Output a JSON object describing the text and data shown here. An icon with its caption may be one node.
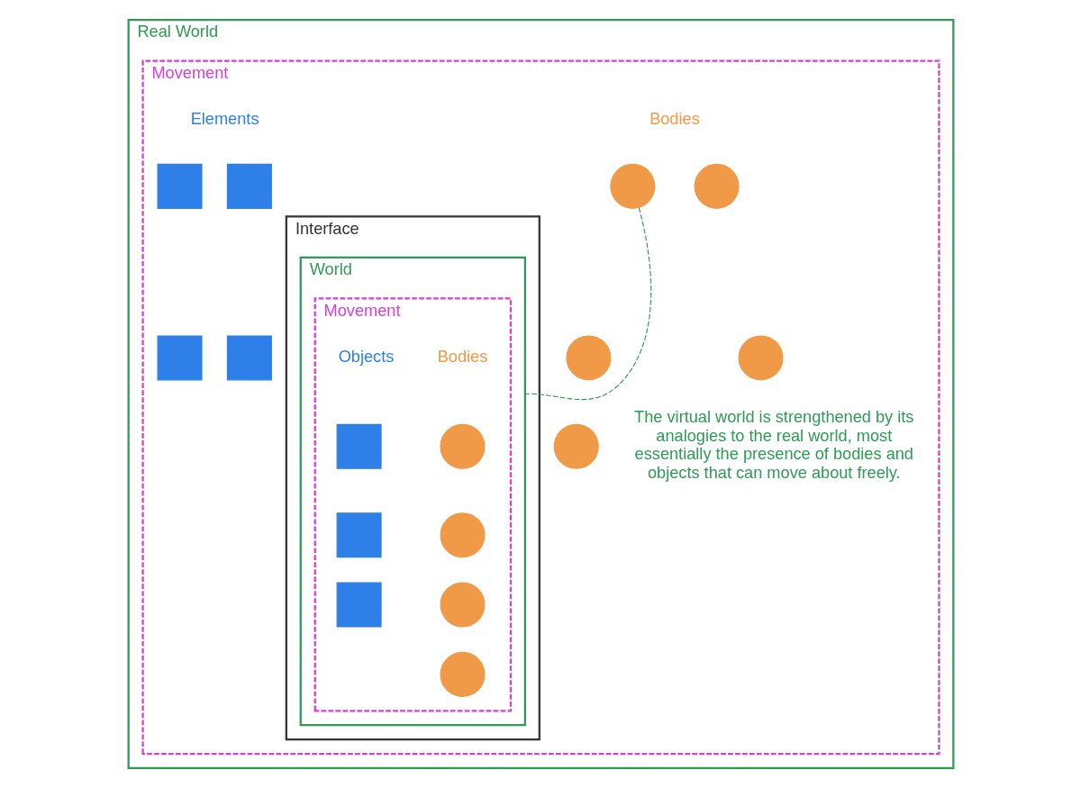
{
  "diagram": {
    "nodes": [
      {
        "text": [
          "Real World"
        ]
      },
      {
        "text": [
          "Movement"
        ],
        "in": 0
      },
      {
        "text": [],
        "shape": "circle",
        "in": 1
      },
      {
        "text": [],
        "shape": "circle",
        "in": 1
      },
      {
        "text": [],
        "shape": "circle",
        "in": 1
      },
      {
        "text": [],
        "shape": "circle",
        "in": 1
      },
      {
        "text": [],
        "shape": "circle",
        "in": 1
      },
      {
        "text": [],
        "shape": "box",
        "in": 1
      },
      {
        "text": [],
        "shape": "box",
        "in": 1
      },
      {
        "text": [],
        "shape": "box",
        "in": 1
      },
      {
        "text": [],
        "shape": "box",
        "in": 1
      },
      {
        "text": [
          "Interface"
        ],
        "in": 1
      },
      {
        "text": [
          "World"
        ],
        "in": 11
      },
      {
        "text": [
          "Movement"
        ],
        "in": 12
      },
      {
        "text": [],
        "shape": "circle",
        "in": 13
      },
      {
        "text": [],
        "shape": "circle",
        "in": 13
      },
      {
        "text": [],
        "shape": "circle",
        "in": 13
      },
      {
        "text": [],
        "shape": "circle",
        "in": 13
      },
      {
        "text": [],
        "shape": "box",
        "in": 13
      },
      {
        "text": [],
        "shape": "box",
        "in": 13
      },
      {
        "text": [],
        "shape": "box",
        "in": 13
      }
    ],
    "edges": [
      {
        "from": 0,
        "to": 12,
        "arrow": "none",
        "style": "dashed",
        "color": "#2e9a55"
      }
    ],
    "labels": [
      "Bodies",
      "Elements",
      "The virtual world is strengthened by its analogies to the real world, most essentially the presence of bodies and objects that can move about freely.",
      "Bodies",
      "Objects"
    ]
  }
}
